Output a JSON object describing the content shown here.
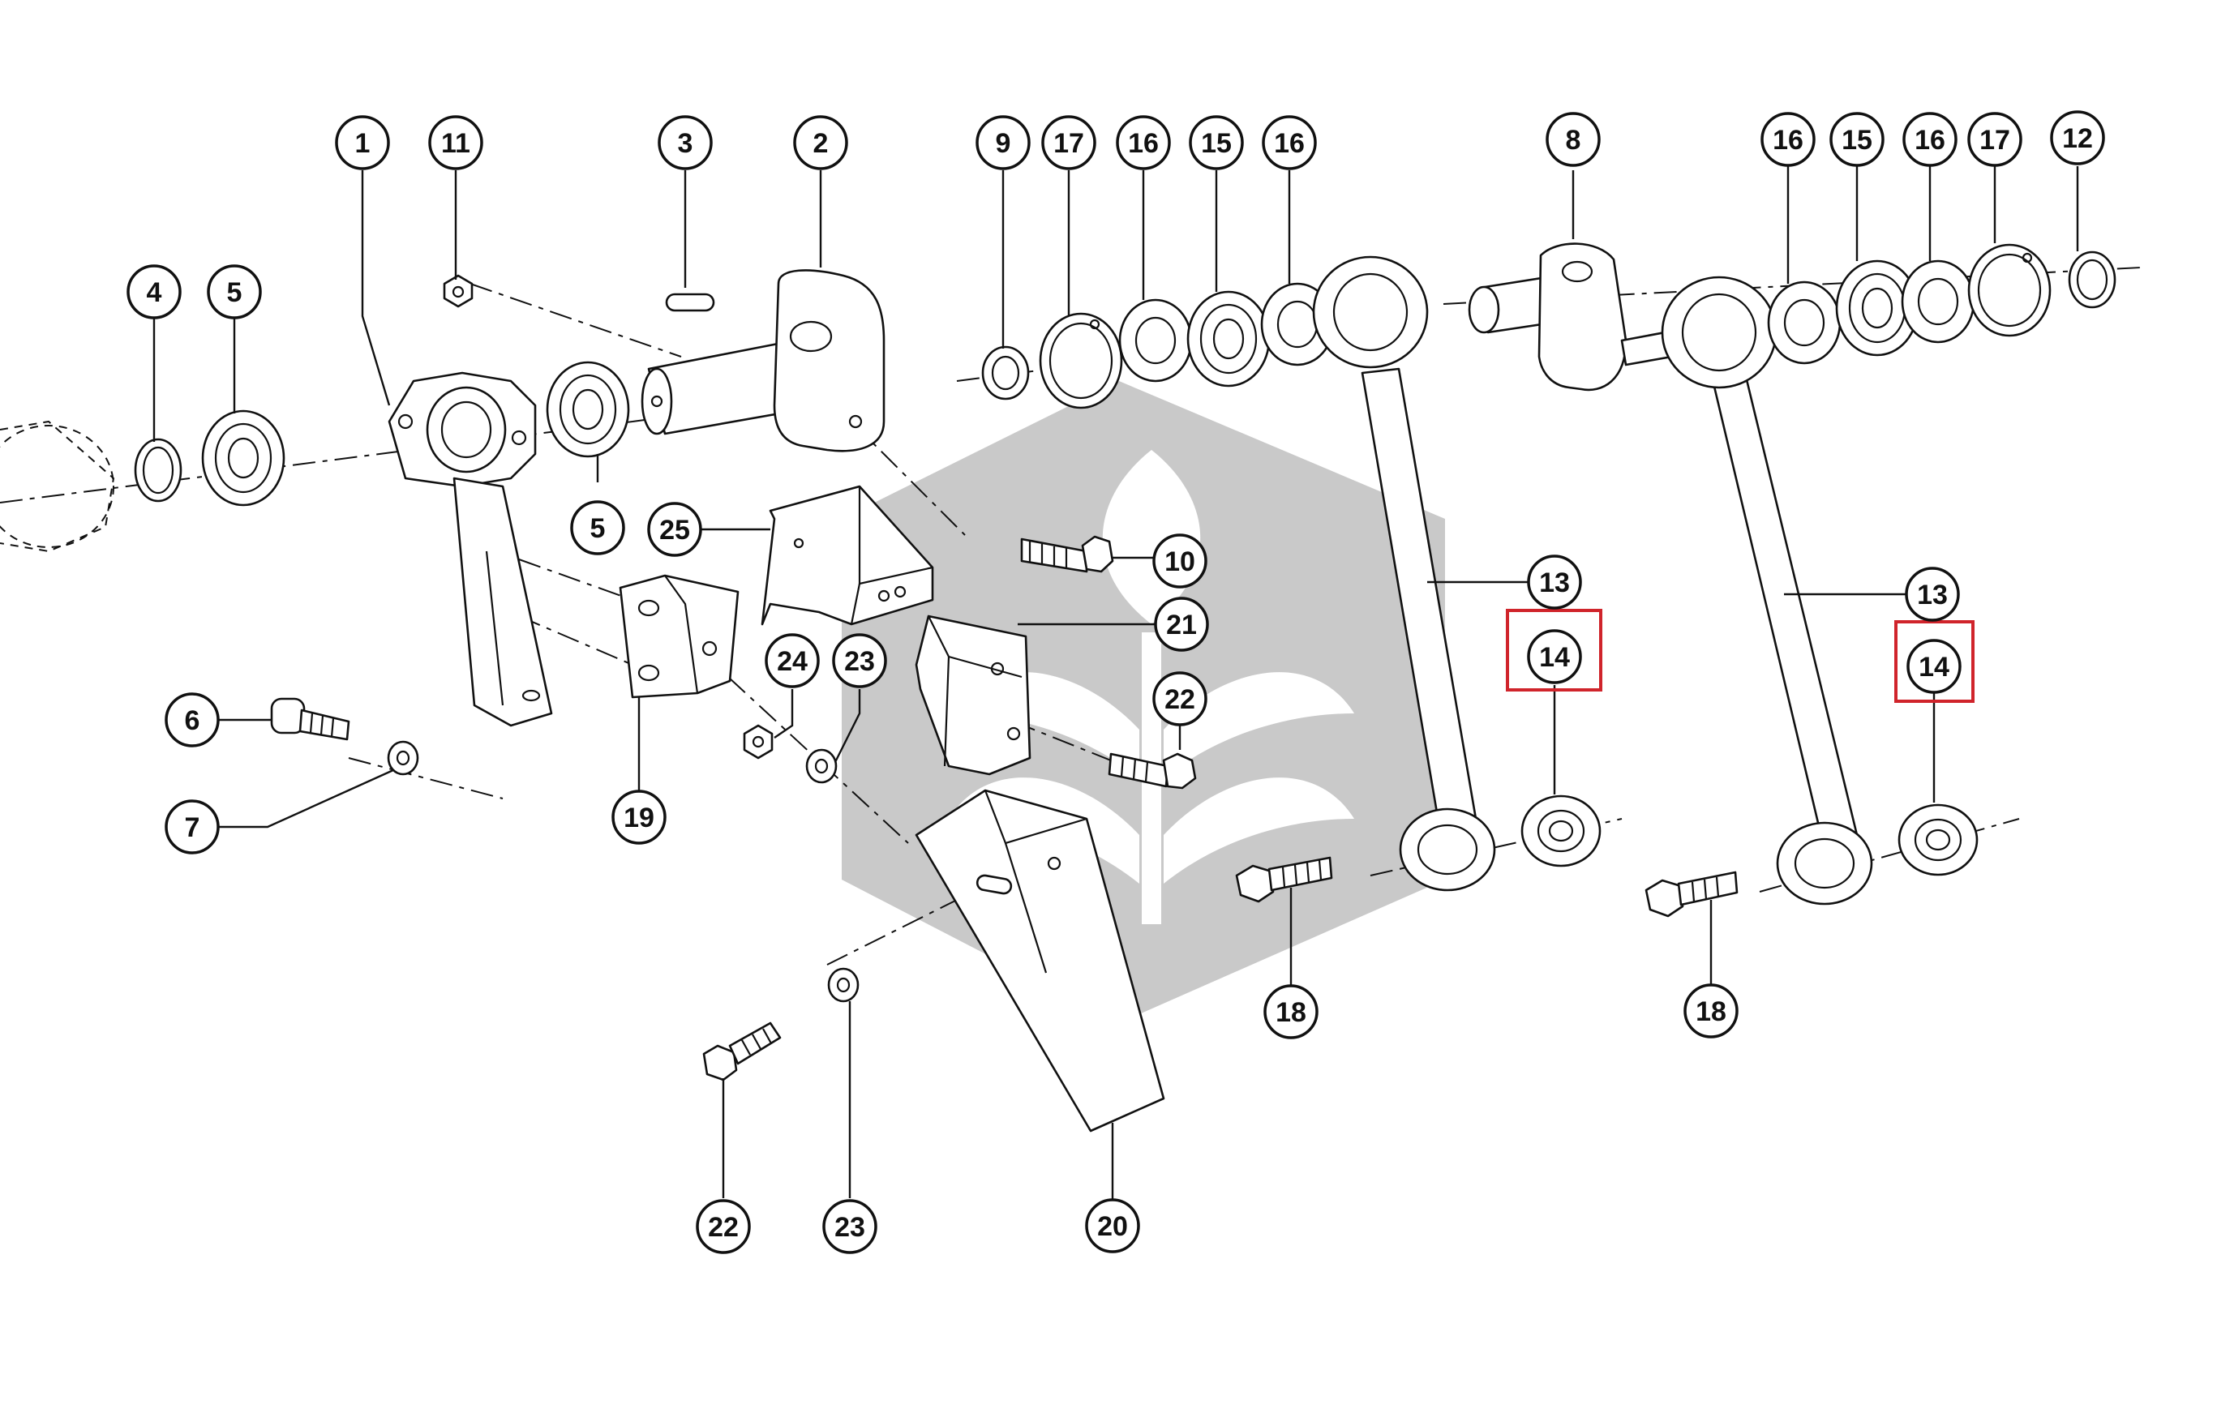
{
  "callouts": [
    {
      "id": "c1",
      "label": "1"
    },
    {
      "id": "c2",
      "label": "2"
    },
    {
      "id": "c3",
      "label": "3"
    },
    {
      "id": "c4",
      "label": "4"
    },
    {
      "id": "c5a",
      "label": "5"
    },
    {
      "id": "c5b",
      "label": "5"
    },
    {
      "id": "c6",
      "label": "6"
    },
    {
      "id": "c7",
      "label": "7"
    },
    {
      "id": "c8",
      "label": "8"
    },
    {
      "id": "c9",
      "label": "9"
    },
    {
      "id": "c10",
      "label": "10"
    },
    {
      "id": "c11",
      "label": "11"
    },
    {
      "id": "c12",
      "label": "12"
    },
    {
      "id": "c13a",
      "label": "13"
    },
    {
      "id": "c13b",
      "label": "13"
    },
    {
      "id": "c14a",
      "label": "14",
      "highlight": true
    },
    {
      "id": "c14b",
      "label": "14",
      "highlight": true
    },
    {
      "id": "c15a",
      "label": "15"
    },
    {
      "id": "c15b",
      "label": "15"
    },
    {
      "id": "c16a",
      "label": "16"
    },
    {
      "id": "c16b",
      "label": "16"
    },
    {
      "id": "c16c",
      "label": "16"
    },
    {
      "id": "c16d",
      "label": "16"
    },
    {
      "id": "c17a",
      "label": "17"
    },
    {
      "id": "c17b",
      "label": "17"
    },
    {
      "id": "c18a",
      "label": "18"
    },
    {
      "id": "c18b",
      "label": "18"
    },
    {
      "id": "c19",
      "label": "19"
    },
    {
      "id": "c20",
      "label": "20"
    },
    {
      "id": "c21",
      "label": "21"
    },
    {
      "id": "c22a",
      "label": "22"
    },
    {
      "id": "c22b",
      "label": "22"
    },
    {
      "id": "c23a",
      "label": "23"
    },
    {
      "id": "c23b",
      "label": "23"
    },
    {
      "id": "c24",
      "label": "24"
    },
    {
      "id": "c25",
      "label": "25"
    }
  ],
  "colors": {
    "line": "#111111",
    "highlight_box": "#d0242b",
    "watermark": "#c9c9c9",
    "background": "#ffffff"
  },
  "watermark_icon": "wheat-leaf-hexagon-logo"
}
